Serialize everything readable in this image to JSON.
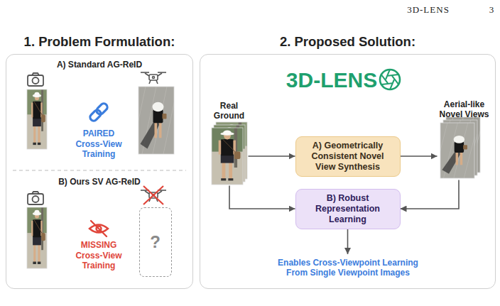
{
  "diagram": {
    "nodes": [
      {
        "text": [
          "1. Problem Formulation:"
        ]
      },
      {
        "text": [
          "?"
        ],
        "in": 0
      },
      {
        "text": [
          "2. Proposed Solution:"
        ]
      },
      {
        "text": [
          "Real Ground"
        ],
        "in": 2
      },
      {
        "text": [
          "A) Geometrically Consistent Novel View Synthesis"
        ],
        "in": 2
      },
      {
        "text": [
          "Aerial-like Novel Views"
        ],
        "in": 2
      },
      {
        "text": [
          "B) Robust Representation Learning"
        ],
        "in": 2
      }
    ],
    "edges": [
      {
        "from": 3,
        "to": 4,
        "arrow": "to"
      },
      {
        "from": 4,
        "to": 5,
        "arrow": "to"
      },
      {
        "from": 3,
        "to": 6,
        "arrow": "to"
      },
      {
        "from": 5,
        "to": 6,
        "arrow": "to"
      }
    ],
    "labels": [
      "3D-LENS",
      "3",
      "A) Standard AG-ReID",
      "PAIRED",
      "Cross-View Training",
      "B) Ours SV AG-ReID",
      "MISSING",
      "Cross-View Training",
      "3D-LENS",
      "Enables Cross-Viewpoint Learning From Single Viewpoint Images"
    ]
  }
}
